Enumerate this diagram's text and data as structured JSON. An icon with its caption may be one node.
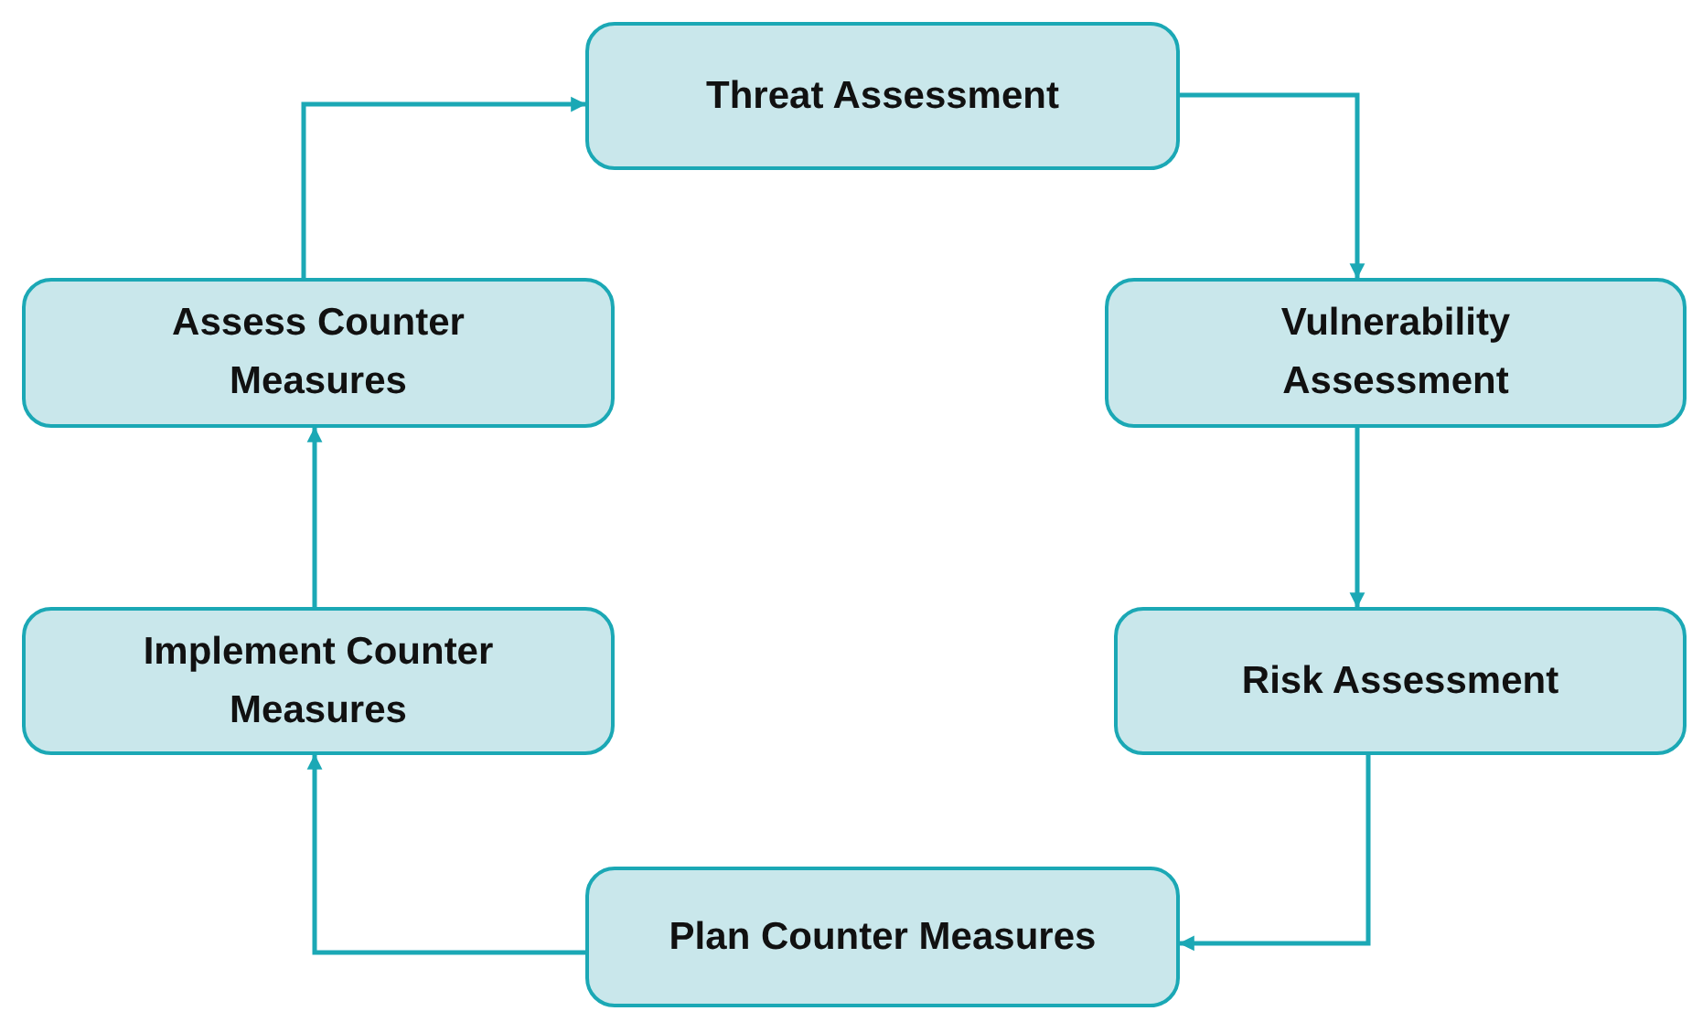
{
  "diagram": {
    "nodes": [
      {
        "text": [
          "Threat Assessment"
        ]
      },
      {
        "text": [
          "Vulnerability Assessment"
        ]
      },
      {
        "text": [
          "Risk Assessment"
        ]
      },
      {
        "text": [
          "Plan Counter Measures"
        ]
      },
      {
        "text": [
          "Implement Counter Measures"
        ]
      },
      {
        "text": [
          "Assess Counter Measures"
        ]
      }
    ],
    "edges": [
      {
        "from": 0,
        "to": 1,
        "arrow": "to"
      },
      {
        "from": 1,
        "to": 2,
        "arrow": "to"
      },
      {
        "from": 2,
        "to": 3,
        "arrow": "to"
      },
      {
        "from": 3,
        "to": 4,
        "arrow": "to"
      },
      {
        "from": 4,
        "to": 5,
        "arrow": "to"
      },
      {
        "from": 5,
        "to": 0,
        "arrow": "to"
      }
    ]
  }
}
